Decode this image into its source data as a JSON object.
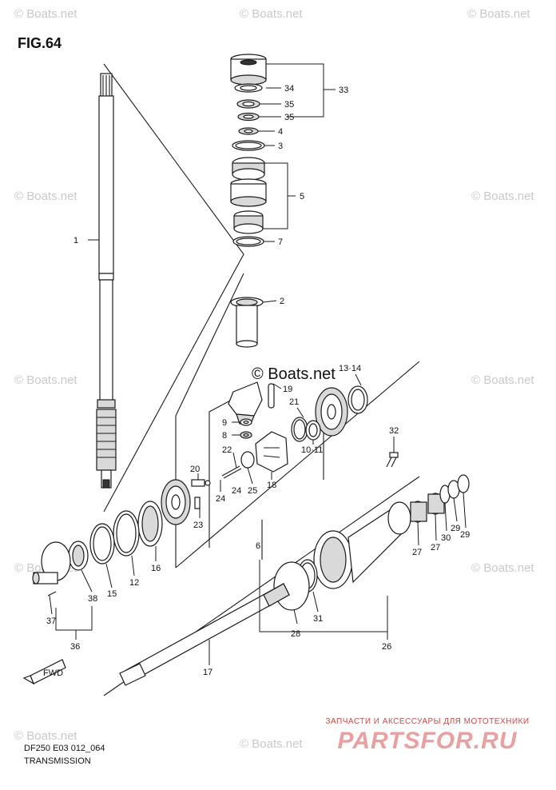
{
  "figure": {
    "fig_label": "FIG.64",
    "model_code": "DF250 E03 012_064",
    "title": "TRANSMISSION"
  },
  "callouts": [
    {
      "id": "c1",
      "text": "1"
    },
    {
      "id": "c2",
      "text": "2"
    },
    {
      "id": "c3",
      "text": "3"
    },
    {
      "id": "c4",
      "text": "4"
    },
    {
      "id": "c5",
      "text": "5"
    },
    {
      "id": "c6",
      "text": "6"
    },
    {
      "id": "c7",
      "text": "7"
    },
    {
      "id": "c8",
      "text": "8"
    },
    {
      "id": "c9",
      "text": "9"
    },
    {
      "id": "c10_11",
      "text": "10·11"
    },
    {
      "id": "c12",
      "text": "12"
    },
    {
      "id": "c13_14",
      "text": "13·14"
    },
    {
      "id": "c15",
      "text": "15"
    },
    {
      "id": "c16",
      "text": "16"
    },
    {
      "id": "c17",
      "text": "17"
    },
    {
      "id": "c18",
      "text": "18"
    },
    {
      "id": "c19",
      "text": "19"
    },
    {
      "id": "c20",
      "text": "20"
    },
    {
      "id": "c21",
      "text": "21"
    },
    {
      "id": "c22",
      "text": "22"
    },
    {
      "id": "c23",
      "text": "23"
    },
    {
      "id": "c24a",
      "text": "24"
    },
    {
      "id": "c24b",
      "text": "24"
    },
    {
      "id": "c25",
      "text": "25"
    },
    {
      "id": "c26",
      "text": "26"
    },
    {
      "id": "c27a",
      "text": "27"
    },
    {
      "id": "c27b",
      "text": "27"
    },
    {
      "id": "c28",
      "text": "28"
    },
    {
      "id": "c29a",
      "text": "29"
    },
    {
      "id": "c29b",
      "text": "29"
    },
    {
      "id": "c30",
      "text": "30"
    },
    {
      "id": "c31",
      "text": "31"
    },
    {
      "id": "c32",
      "text": "32"
    },
    {
      "id": "c33",
      "text": "33"
    },
    {
      "id": "c34",
      "text": "34"
    },
    {
      "id": "c35a",
      "text": "35"
    },
    {
      "id": "c35b",
      "text": "35"
    },
    {
      "id": "c36",
      "text": "36"
    },
    {
      "id": "c37",
      "text": "37"
    },
    {
      "id": "c38",
      "text": "38"
    }
  ],
  "direction_marker": "FWD",
  "watermark": "© Boats.net",
  "brand": {
    "top_text": "ЗАПЧАСТИ И АКСЕССУАРЫ ДЛЯ МОТОТЕХНИКИ",
    "main_text": "PARTSFOR.RU"
  },
  "colors": {
    "line": "#1a1a1a",
    "watermark": "#c9c9c9",
    "brand_red": "#c94b4b"
  }
}
